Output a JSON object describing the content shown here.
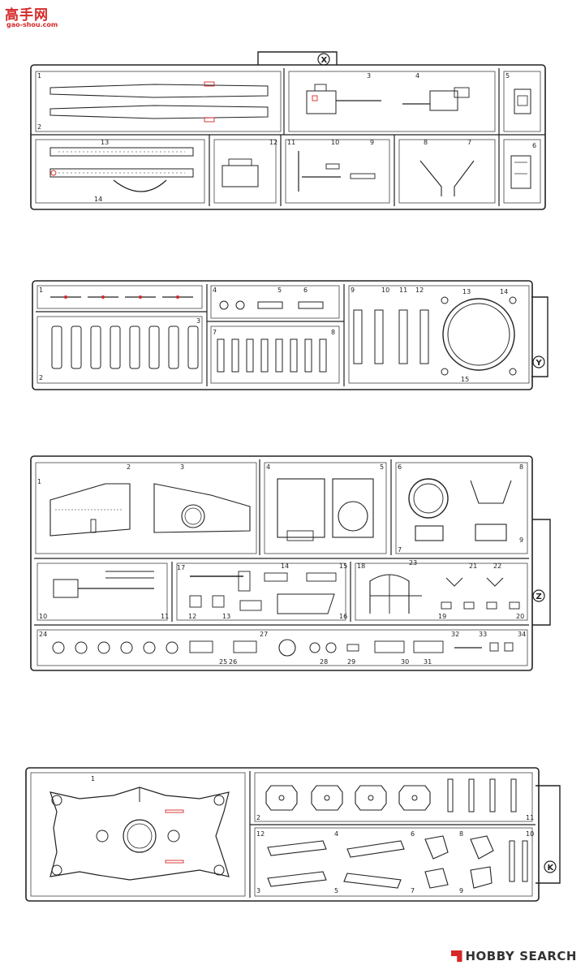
{
  "watermark_top": {
    "chinese": "高手网",
    "url": "gao-shou.com"
  },
  "watermark_bottom": {
    "prefix": "HOBBY",
    "suffix": "SEARCH"
  },
  "sprues": [
    {
      "letter": "X",
      "cell_numbers": [
        "1",
        "2",
        "3",
        "4",
        "5",
        "6",
        "7",
        "8",
        "9",
        "10",
        "11",
        "12",
        "13",
        "14"
      ]
    },
    {
      "letter": "Y",
      "cell_numbers": [
        "1",
        "2",
        "3",
        "4",
        "5",
        "6",
        "7",
        "8",
        "9",
        "10",
        "11",
        "12",
        "13",
        "14",
        "15"
      ]
    },
    {
      "letter": "Z",
      "cell_numbers": [
        "1",
        "2",
        "3",
        "4",
        "5",
        "6",
        "7",
        "8",
        "9",
        "10",
        "11",
        "12",
        "13",
        "14",
        "15",
        "16",
        "17",
        "18",
        "19",
        "20",
        "21",
        "22",
        "23",
        "24",
        "25",
        "26",
        "27",
        "28",
        "29",
        "30",
        "31",
        "32",
        "33",
        "34"
      ]
    },
    {
      "letter": "K",
      "cell_numbers": [
        "1",
        "2",
        "3",
        "4",
        "5",
        "6",
        "7",
        "8",
        "9",
        "10",
        "11",
        "12"
      ]
    }
  ]
}
